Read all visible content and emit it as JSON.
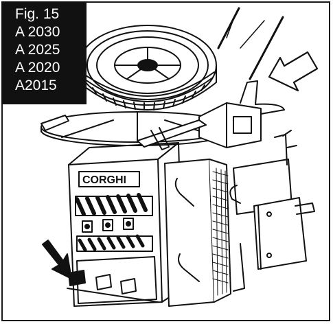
{
  "figure": {
    "caption_lines": [
      "Fig. 15",
      "A 2030",
      "A 2025",
      "A 2020",
      "A2015"
    ],
    "brand_label": "CORGHI"
  },
  "colors": {
    "ink": "#111111",
    "paper": "#ffffff"
  }
}
